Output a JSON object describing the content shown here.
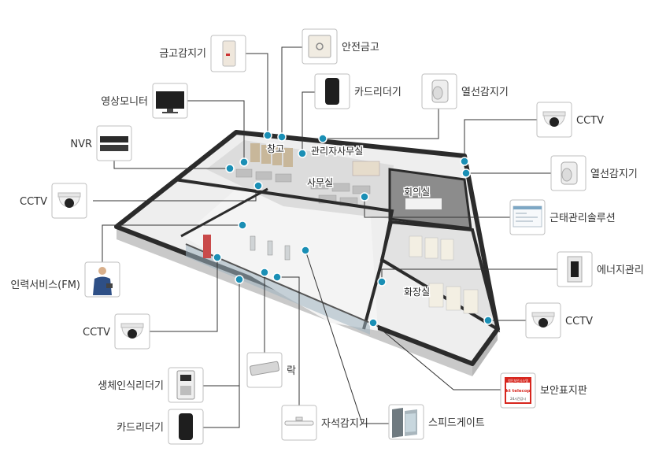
{
  "rooms": {
    "storage": "창고",
    "admin_office": "관리자사무실",
    "office": "사무실",
    "meeting": "회의실",
    "restroom": "화장실"
  },
  "devices": {
    "safe_sensor": "금고감지기",
    "safe": "안전금고",
    "card_reader_top": "카드리더기",
    "heat_sensor_top": "열선감지기",
    "monitor": "영상모니터",
    "nvr": "NVR",
    "cctv_top_right": "CCTV",
    "heat_sensor_right": "열선감지기",
    "cctv_left": "CCTV",
    "attendance": "근태관리솔루션",
    "fm_service": "인력서비스(FM)",
    "energy": "에너지관리",
    "cctv_bottom_left": "CCTV",
    "cctv_bottom_right": "CCTV",
    "lock": "락",
    "biometric": "생체인식리더기",
    "security_sign": "보안표지판",
    "card_reader_bottom": "카드리더기",
    "magnetic_sensor": "자석감지기",
    "speed_gate": "스피드게이트"
  },
  "sign_text": {
    "top": "첨단보안시스템",
    "brand": "kt telecop",
    "bottom": "24시간감시"
  },
  "colors": {
    "marker": "#1a8fb5",
    "wall": "#2b2b2b",
    "floor": "#eeeeee",
    "lines": "#333333",
    "sign_red": "#d7261e"
  }
}
